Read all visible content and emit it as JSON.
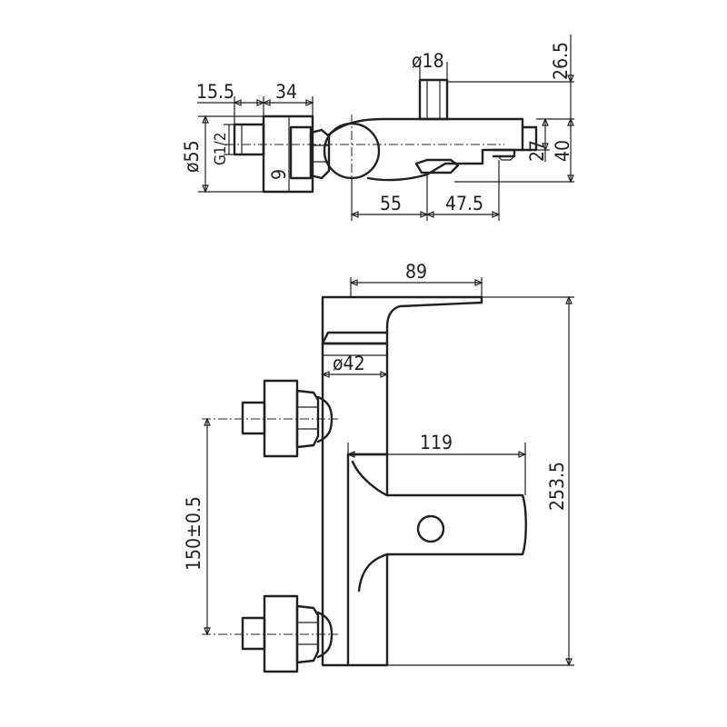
{
  "top_view": {
    "dimensions": {
      "width_15_5": "15.5",
      "width_34": "34",
      "dia_55": "ø55",
      "thread": "G1/2",
      "depth_9": "9",
      "dia_18": "ø18",
      "height_26_5": "26.5",
      "height_27": "27",
      "height_40": "40",
      "length_55": "55",
      "length_47_5": "47.5"
    }
  },
  "front_view": {
    "dimensions": {
      "lever_89": "89",
      "body_dia_42": "ø42",
      "spout_119": "119",
      "center_distance": "150±0.5",
      "overall_height": "253.5"
    }
  }
}
